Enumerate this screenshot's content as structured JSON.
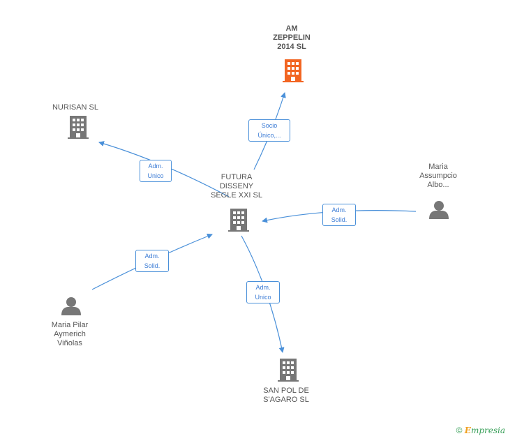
{
  "nodes": {
    "am_zeppelin": {
      "label": "AM\nZEPPELIN\n2014  SL",
      "icon": "building-icon",
      "color": "#f26522"
    },
    "nurisan": {
      "label": "NURISAN SL",
      "icon": "building-icon",
      "color": "#777777"
    },
    "futura": {
      "label": "FUTURA\nDISSENY\nSEGLE XXI SL",
      "icon": "building-icon",
      "color": "#777777"
    },
    "maria_assumpcio": {
      "label": "Maria\nAssumpcio\nAlbo...",
      "icon": "person-icon",
      "color": "#777777"
    },
    "maria_pilar": {
      "label": "Maria Pilar\nAymerich\nViñolas",
      "icon": "person-icon",
      "color": "#777777"
    },
    "san_pol": {
      "label": "SAN POL DE\nS'AGARO SL",
      "icon": "building-icon",
      "color": "#777777"
    }
  },
  "edges": {
    "to_zeppelin": "Socio\nÚnico,...",
    "to_nurisan": "Adm.\nUnico",
    "from_assumpcio": "Adm.\nSolid.",
    "from_pilar": "Adm.\nSolid.",
    "to_sanpol": "Adm.\nUnico"
  },
  "colors": {
    "edge": "#4a90d9"
  },
  "footer": {
    "copyright": "©",
    "brand_first": "E",
    "brand_rest": "mpresia"
  }
}
